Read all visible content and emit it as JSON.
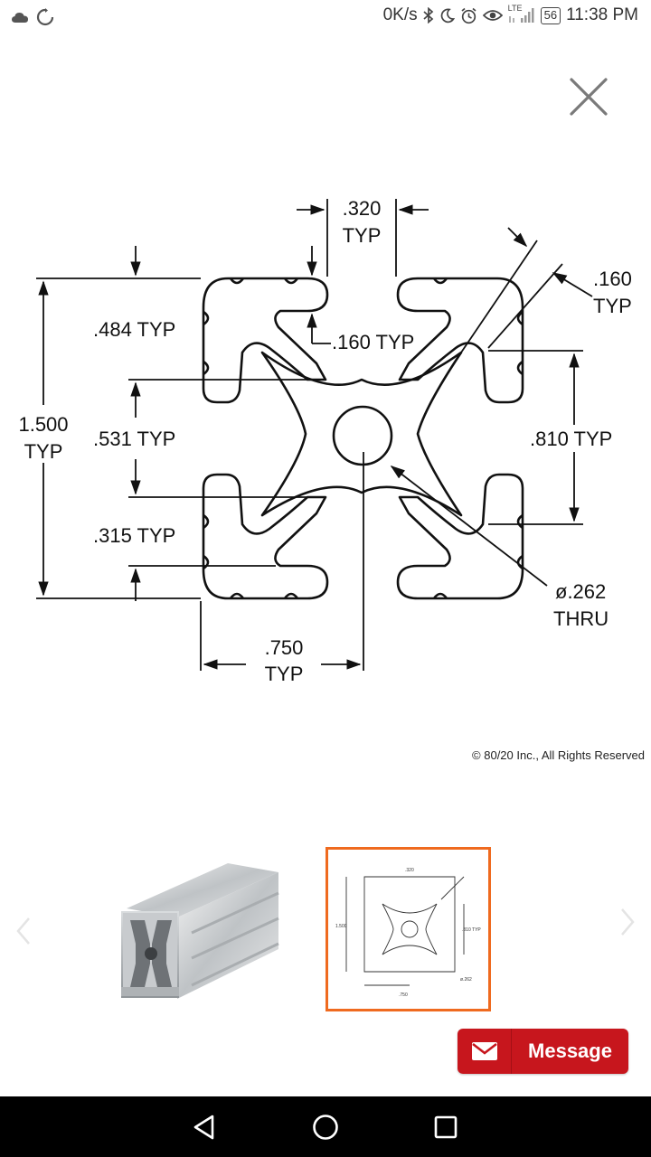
{
  "status_bar": {
    "speed": "0K/s",
    "network": "LTE",
    "battery": "56",
    "time": "11:38 PM",
    "icons": [
      "cloud-icon",
      "sync-icon",
      "bluetooth-icon",
      "moon-icon",
      "alarm-icon",
      "eye-icon",
      "signal-icon"
    ]
  },
  "viewer": {
    "close_icon": "close-icon",
    "drawing_labels": {
      "top_width": ".320",
      "top_width_typ": "TYP",
      "slot_depth": ".484 TYP",
      "slot_lip": ".160 TYP",
      "corner_lip": ".160",
      "corner_lip_typ": "TYP",
      "overall": "1.500",
      "overall_typ": "TYP",
      "slot_open": ".531 TYP",
      "slot_width": ".810 TYP",
      "bottom_depth": ".315 TYP",
      "center_offset": ".750",
      "center_offset_typ": "TYP",
      "hole_dia": "ø.262",
      "hole_thru": "THRU"
    },
    "copyright": "© 80/20 Inc., All Rights Reserved"
  },
  "thumbnails": {
    "prev_icon": "chevron-left-icon",
    "next_icon": "chevron-right-icon",
    "selected_index": 1,
    "accent": "#ef6a1f"
  },
  "message_button": {
    "label": "Message",
    "icon": "mail-icon",
    "color": "#c7161d"
  },
  "nav_bar": {
    "icons": [
      "back-icon",
      "home-icon",
      "recents-icon"
    ]
  }
}
